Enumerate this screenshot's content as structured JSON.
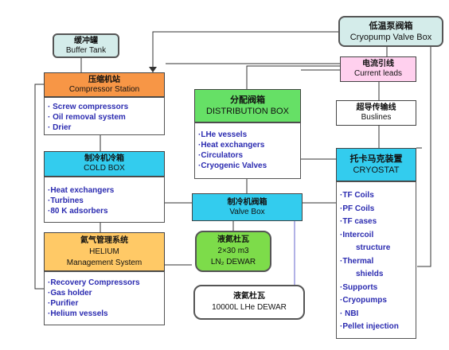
{
  "buffer_tank": {
    "cn": "缓冲罐",
    "en": "Buffer Tank"
  },
  "cryopump_box": {
    "cn": "低温泵阀箱",
    "en": "Cryopump Valve Box"
  },
  "compressor": {
    "cn": "压缩机站",
    "en": "Compressor  Station",
    "items": [
      "· Screw compressors",
      "· Oil removal system",
      "· Drier"
    ]
  },
  "current_leads": {
    "cn": "电流引线",
    "en": "Current leads"
  },
  "distribution": {
    "cn": "分配阀箱",
    "en": "DISTRIBUTION BOX",
    "items": [
      "·LHe vessels",
      "·Heat exchangers",
      "·Circulators",
      "·Cryogenic Valves"
    ]
  },
  "buslines": {
    "cn": "超导传输线",
    "en": "Buslines"
  },
  "cold_box": {
    "cn": "制冷机冷箱",
    "en": "COLD BOX",
    "items": [
      "·Heat exchangers",
      "·Turbines",
      "·80 K adsorbers"
    ]
  },
  "cryostat": {
    "cn": "托卡马克装置",
    "en": "CRYOSTAT",
    "items": [
      "·TF Coils",
      "·PF Coils",
      "·TF cases",
      "·Intercoil",
      "structure",
      "·Thermal",
      "shields",
      "·Supports",
      "·Cryopumps",
      "· NBI",
      "·Pellet injection"
    ]
  },
  "valve_box": {
    "cn": "制冷机阀箱",
    "en": "Valve Box"
  },
  "ln2_dewar": {
    "cn": "液氮杜瓦",
    "line2": "2×30 m3",
    "line3": "LN₂ DEWAR"
  },
  "helium_mgmt": {
    "cn": "氦气管理系统",
    "en1": "HELIUM",
    "en2": "Management System",
    "items": [
      "·Recovery Compressors",
      "·Gas holder",
      "·Purifier",
      "·Helium vessels"
    ]
  },
  "lhe_dewar": {
    "cn": "液氦杜瓦",
    "en": "10000L  LHe DEWAR"
  },
  "colors": {
    "cyan": "#33ccee",
    "orange": "#f79646",
    "green": "#66e066",
    "teal": "#d4ecea",
    "pink": "#ffd0ee",
    "gold": "#ffc966",
    "ln2": "#7ddc4a",
    "text_blue": "#2b2bb0"
  }
}
